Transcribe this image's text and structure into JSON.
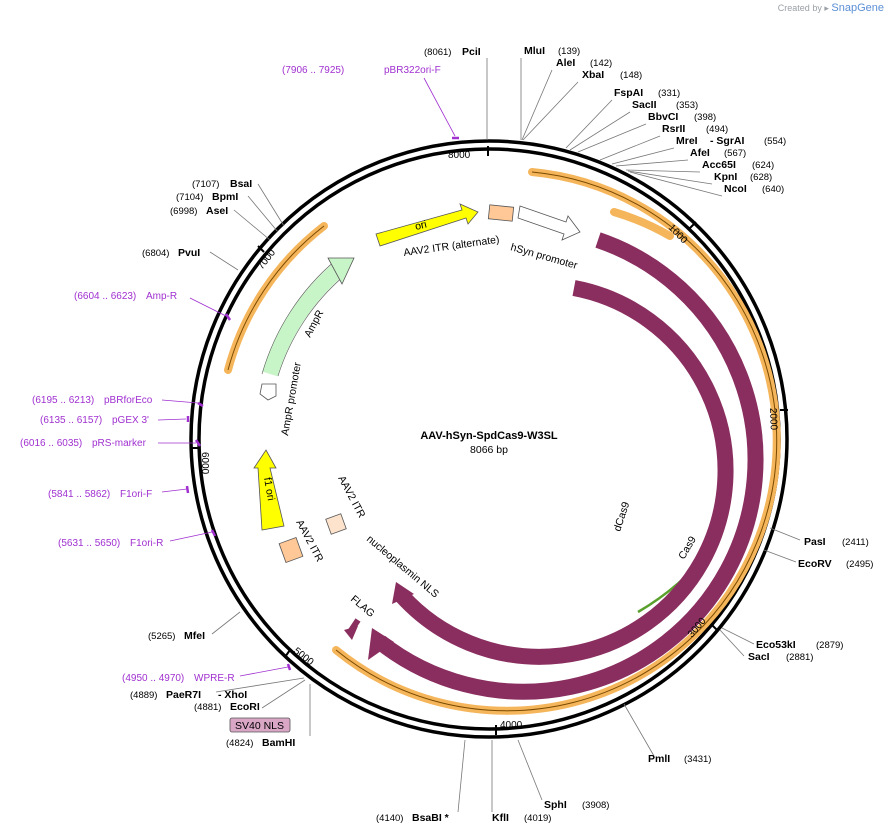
{
  "brand": {
    "prefix": "Created by",
    "name": "SnapGene"
  },
  "plasmid": {
    "name": "AAV-hSyn-SpdCas9-W3SL",
    "size_label": "8066 bp",
    "length": 8066
  },
  "ticks": [
    "1000",
    "2000",
    "3000",
    "4000",
    "5000",
    "6000",
    "7000",
    "8000"
  ],
  "sites": [
    {
      "name": "PciI",
      "pos": "(8061)",
      "loc": 8061
    },
    {
      "name": "MluI",
      "pos": "(139)",
      "loc": 139
    },
    {
      "name": "AleI",
      "pos": "(142)",
      "loc": 142
    },
    {
      "name": "XbaI",
      "pos": "(148)",
      "loc": 148
    },
    {
      "name": "FspAI",
      "pos": "(331)",
      "loc": 331
    },
    {
      "name": "SacII",
      "pos": "(353)",
      "loc": 353
    },
    {
      "name": "BbvCI",
      "pos": "(398)",
      "loc": 398
    },
    {
      "name": "RsrII",
      "pos": "(494)",
      "loc": 494
    },
    {
      "name": "MreI",
      "pos": "",
      "loc": 554
    },
    {
      "name": "- SgrAI",
      "pos": "(554)",
      "loc": 554
    },
    {
      "name": "AfeI",
      "pos": "(567)",
      "loc": 567
    },
    {
      "name": "Acc65I",
      "pos": "(624)",
      "loc": 624
    },
    {
      "name": "KpnI",
      "pos": "(628)",
      "loc": 628
    },
    {
      "name": "NcoI",
      "pos": "(640)",
      "loc": 640
    },
    {
      "name": "PasI",
      "pos": "(2411)",
      "loc": 2411
    },
    {
      "name": "EcoRV",
      "pos": "(2495)",
      "loc": 2495
    },
    {
      "name": "Eco53kI",
      "pos": "(2879)",
      "loc": 2879
    },
    {
      "name": "SacI",
      "pos": "(2881)",
      "loc": 2881
    },
    {
      "name": "PmlI",
      "pos": "(3431)",
      "loc": 3431
    },
    {
      "name": "SphI",
      "pos": "(3908)",
      "loc": 3908
    },
    {
      "name": "KflI",
      "pos": "(4019)",
      "loc": 4019
    },
    {
      "name": "BsaBI *",
      "pos": "(4140)",
      "loc": 4140
    },
    {
      "name": "BamHI",
      "pos": "(4824)",
      "loc": 4824
    },
    {
      "name": "EcoRI",
      "pos": "(4881)",
      "loc": 4881
    },
    {
      "name": "PaeR7I",
      "pos": "(4889)",
      "loc": 4889
    },
    {
      "name": "- XhoI",
      "pos": "",
      "loc": 4889
    },
    {
      "name": "MfeI",
      "pos": "(5265)",
      "loc": 5265
    },
    {
      "name": "PvuI",
      "pos": "(6804)",
      "loc": 6804
    },
    {
      "name": "AseI",
      "pos": "(6998)",
      "loc": 6998
    },
    {
      "name": "BpmI",
      "pos": "(7104)",
      "loc": 7104
    },
    {
      "name": "BsaI",
      "pos": "(7107)",
      "loc": 7107
    }
  ],
  "primers": [
    {
      "name": "pBR322ori-F",
      "range": "(7906 .. 7925)",
      "loc": 7915
    },
    {
      "name": "Amp-R",
      "range": "(6604 .. 6623)",
      "loc": 6613
    },
    {
      "name": "pBRforEco",
      "range": "(6195 .. 6213)",
      "loc": 6204
    },
    {
      "name": "pGEX 3'",
      "range": "(6135 .. 6157)",
      "loc": 6146
    },
    {
      "name": "pRS-marker",
      "range": "(6016 .. 6035)",
      "loc": 6025
    },
    {
      "name": "F1ori-F",
      "range": "(5841 .. 5862)",
      "loc": 5851
    },
    {
      "name": "F1ori-R",
      "range": "(5631 .. 5650)",
      "loc": 5640
    },
    {
      "name": "WPRE-R",
      "range": "(4950 .. 4970)",
      "loc": 4960
    }
  ],
  "features": [
    {
      "name": "ori",
      "color": "#ffff00"
    },
    {
      "name": "AAV2 ITR (alternate)",
      "color": "#ffc896"
    },
    {
      "name": "hSyn promoter",
      "color": "#ffffff"
    },
    {
      "name": "dCas9",
      "color": "#8a2d5f"
    },
    {
      "name": "Cas9",
      "color": "#8a2d5f"
    },
    {
      "name": "nucleoplasmin NLS",
      "color": "#8a2d5f"
    },
    {
      "name": "FLAG",
      "color": "#8a2d5f"
    },
    {
      "name": "SV40 NLS",
      "color": "#d9a6c6"
    },
    {
      "name": "AAV2 ITR",
      "color": "#ffc896"
    },
    {
      "name": "AAV2 ITR",
      "color": "#fde3cc"
    },
    {
      "name": "f1 ori",
      "color": "#ffff00"
    },
    {
      "name": "AmpR promoter",
      "color": "#ffffff"
    },
    {
      "name": "AmpR",
      "color": "#c8f5c8"
    }
  ],
  "colors": {
    "primer": "#a030d0",
    "cds": "#8a2d5f",
    "orange_band": "#f5b55a",
    "green_line": "#5aa02c"
  }
}
